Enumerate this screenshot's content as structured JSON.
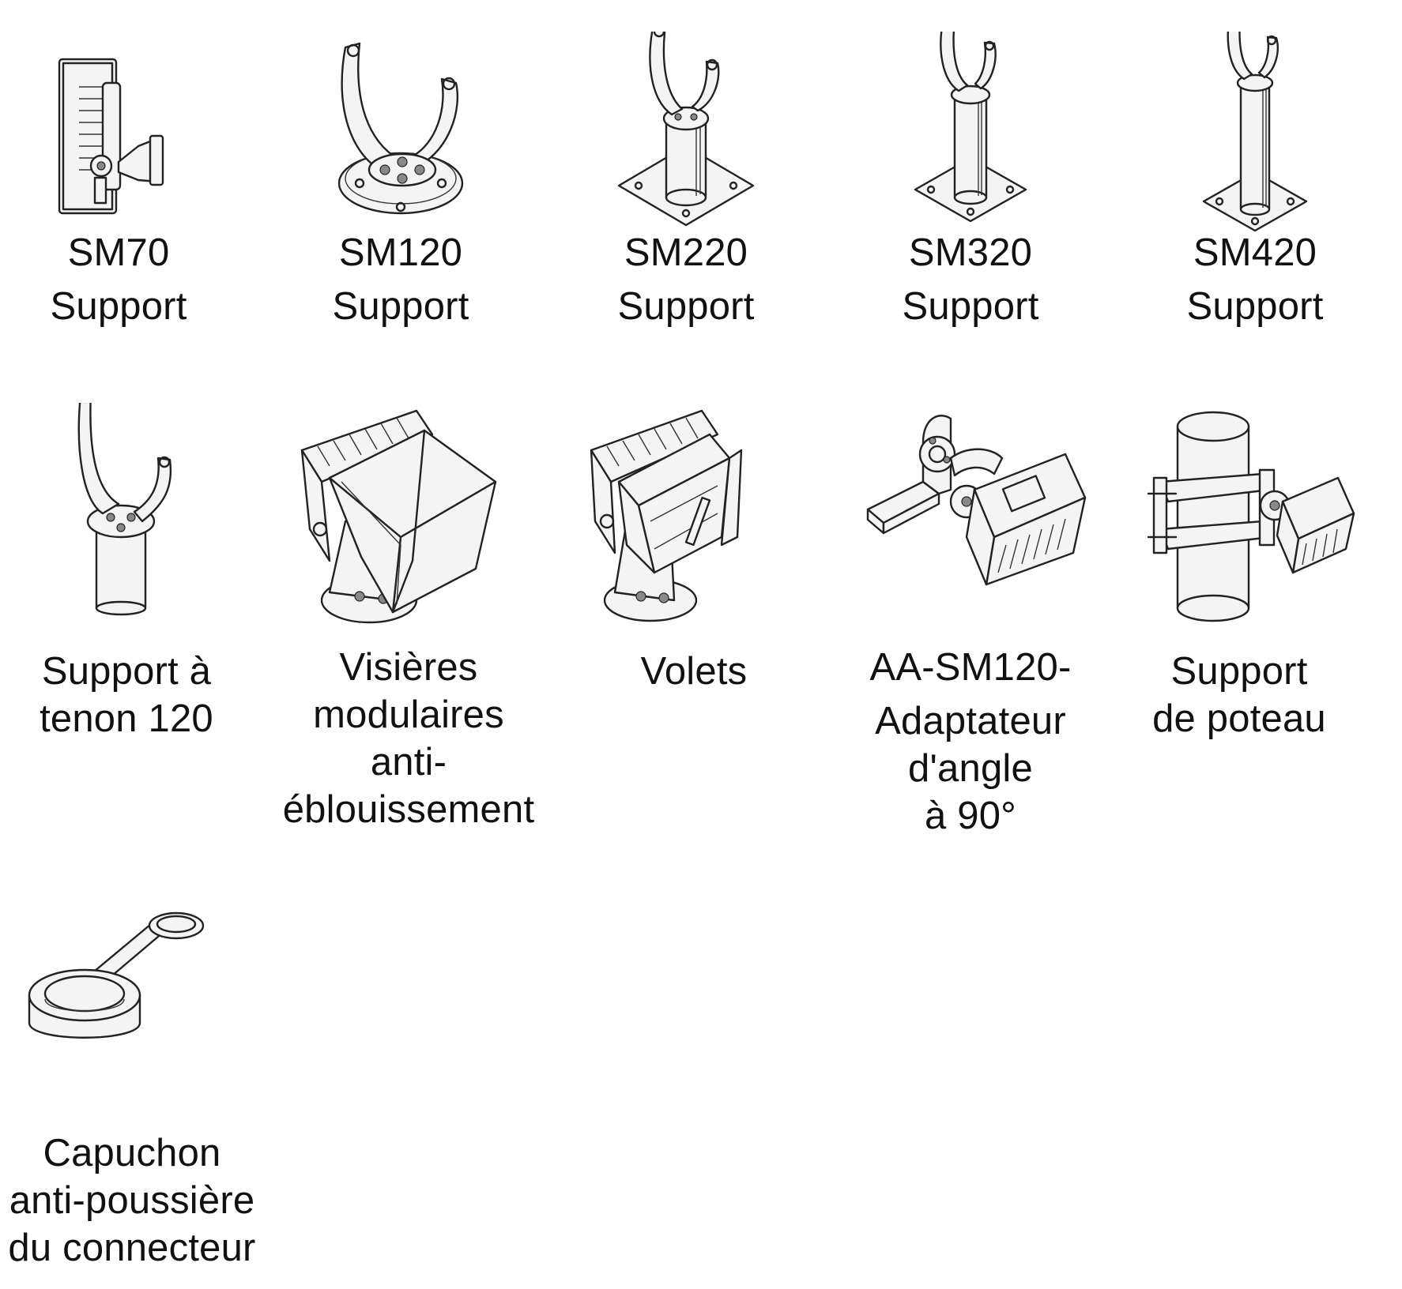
{
  "items": [
    {
      "id": "sm70",
      "icon": "sm70-bracket-icon",
      "lines": [
        "SM70",
        "Support"
      ]
    },
    {
      "id": "sm120",
      "icon": "sm120-bracket-icon",
      "lines": [
        "SM120",
        "Support"
      ]
    },
    {
      "id": "sm220",
      "icon": "sm220-bracket-icon",
      "lines": [
        "SM220",
        "Support"
      ]
    },
    {
      "id": "sm320",
      "icon": "sm320-bracket-icon",
      "lines": [
        "SM320",
        "Support"
      ]
    },
    {
      "id": "sm420",
      "icon": "sm420-bracket-icon",
      "lines": [
        "SM420",
        "Support"
      ]
    },
    {
      "id": "tenon",
      "icon": "tenon-bracket-icon",
      "lines": [
        "Support à",
        "tenon 120"
      ]
    },
    {
      "id": "visieres",
      "icon": "glare-visor-icon",
      "lines": [
        "Visières",
        "modulaires",
        "anti-",
        "éblouissement"
      ]
    },
    {
      "id": "volets",
      "icon": "barn-doors-icon",
      "lines": [
        "Volets"
      ]
    },
    {
      "id": "adaptateur",
      "icon": "angle-adapter-icon",
      "lines": [
        "AA-SM120-",
        "Adaptateur",
        "d'angle",
        "à 90°"
      ]
    },
    {
      "id": "poteau",
      "icon": "pole-mount-icon",
      "lines": [
        "Support",
        "de poteau"
      ]
    },
    {
      "id": "capuchon",
      "icon": "dust-cap-icon",
      "lines": [
        "Capuchon",
        "anti-poussière",
        "du connecteur"
      ]
    }
  ]
}
